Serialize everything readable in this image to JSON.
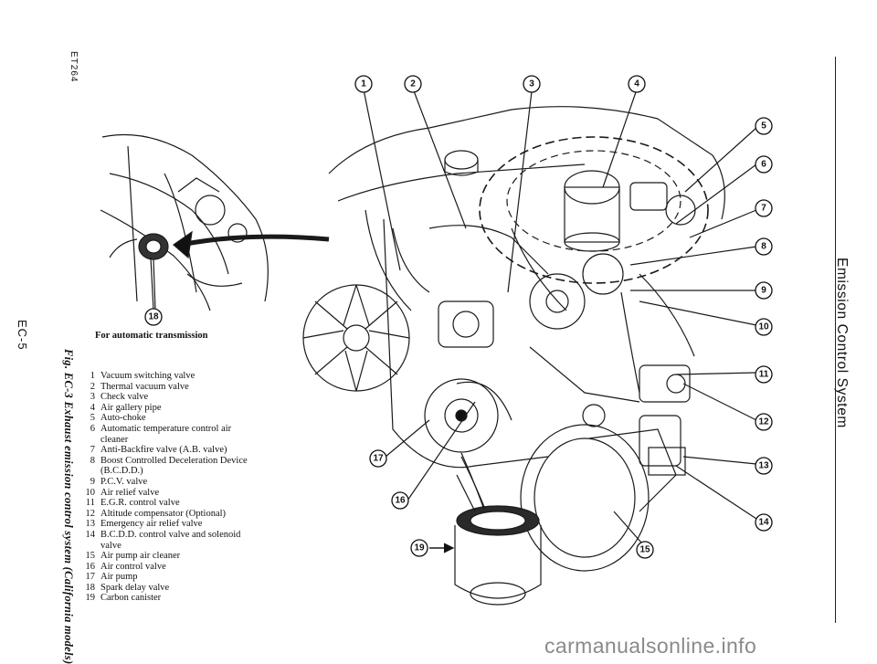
{
  "page": {
    "code": "ET264",
    "page_number": "EC-5",
    "figure_caption": "Fig. EC-3 Exhaust emission control system (California models)",
    "section_title": "Emission Control System",
    "inset_caption": "For automatic transmission",
    "watermark": "carmanualsonline.info"
  },
  "callouts": [
    "1",
    "2",
    "3",
    "4",
    "5",
    "6",
    "7",
    "8",
    "9",
    "10",
    "11",
    "12",
    "13",
    "14",
    "15",
    "16",
    "17",
    "18",
    "19"
  ],
  "legend": [
    {
      "num": "1",
      "label": "Vacuum switching valve"
    },
    {
      "num": "2",
      "label": "Thermal vacuum valve"
    },
    {
      "num": "3",
      "label": "Check valve"
    },
    {
      "num": "4",
      "label": "Air gallery pipe"
    },
    {
      "num": "5",
      "label": "Auto-choke"
    },
    {
      "num": "6",
      "label": "Automatic temperature control air cleaner"
    },
    {
      "num": "7",
      "label": "Anti-Backfire valve (A.B. valve)"
    },
    {
      "num": "8",
      "label": "Boost Controlled Deceleration Device (B.C.D.D.)"
    },
    {
      "num": "9",
      "label": "P.C.V. valve"
    },
    {
      "num": "10",
      "label": "Air relief valve"
    },
    {
      "num": "11",
      "label": "E.G.R. control valve"
    },
    {
      "num": "12",
      "label": "Altitude compensator (Optional)"
    },
    {
      "num": "13",
      "label": "Emergency air relief valve"
    },
    {
      "num": "14",
      "label": "B.C.D.D. control valve and solenoid valve"
    },
    {
      "num": "15",
      "label": "Air pump air cleaner"
    },
    {
      "num": "16",
      "label": "Air control valve"
    },
    {
      "num": "17",
      "label": "Air pump"
    },
    {
      "num": "18",
      "label": "Spark delay valve"
    },
    {
      "num": "19",
      "label": "Carbon canister"
    }
  ]
}
